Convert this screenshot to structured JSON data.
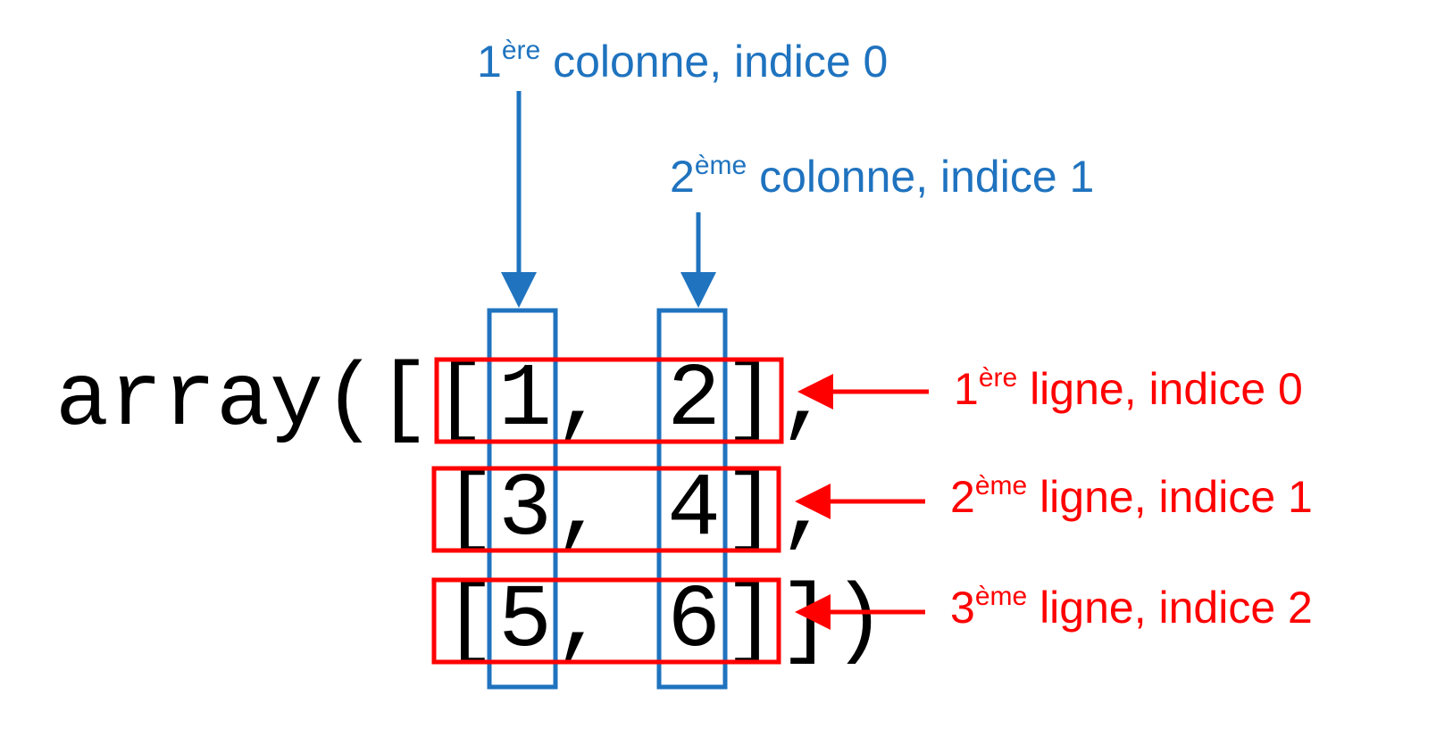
{
  "colors": {
    "column": "#1f73bf",
    "row": "#ff0000",
    "code": "#000000",
    "background": "#ffffff"
  },
  "code": {
    "prefix": "array([",
    "rows": [
      {
        "open": "[",
        "v0": "1",
        "sep": ",",
        "v1": "2",
        "close": "]",
        "trail": ","
      },
      {
        "open": "[",
        "v0": "3",
        "sep": ",",
        "v1": "4",
        "close": "]",
        "trail": ","
      },
      {
        "open": "[",
        "v0": "5",
        "sep": ",",
        "v1": "6",
        "close": "]",
        "trail": "])"
      }
    ]
  },
  "columns": [
    {
      "num": "1",
      "sup": "ère",
      "text": " colonne, indice 0"
    },
    {
      "num": "2",
      "sup": "ème",
      "text": " colonne, indice 1"
    }
  ],
  "rows": [
    {
      "num": "1",
      "sup": "ère",
      "text": " ligne, indice 0"
    },
    {
      "num": "2",
      "sup": "ème",
      "text": " ligne, indice 1"
    },
    {
      "num": "3",
      "sup": "ème",
      "text": " ligne, indice 2"
    }
  ]
}
